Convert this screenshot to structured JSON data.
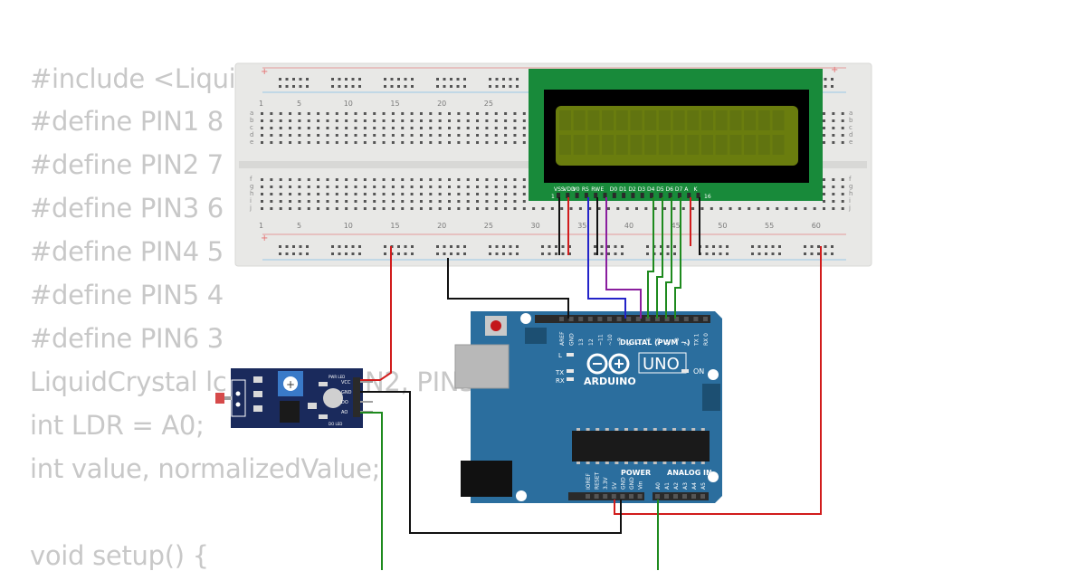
{
  "code": {
    "lines": [
      "#include <Liqui",
      "#define PIN1 8",
      "#define PIN2 7",
      "#define PIN3 6",
      "#define PIN4 5",
      "#define PIN5 4",
      "#define PIN6 3",
      "LiquidCrystal lc",
      "int LDR = A0;",
      "int value, normalizedValue;",
      "",
      "void setup() {"
    ],
    "fragment": "N2, PIN3"
  },
  "breadboard": {
    "column_numbers": [
      "1",
      "5",
      "10",
      "15",
      "20",
      "25",
      "30",
      "35",
      "40",
      "45",
      "50",
      "55",
      "60"
    ],
    "row_letters_top": [
      "a",
      "b",
      "c",
      "d",
      "e"
    ],
    "row_letters_bottom": [
      "f",
      "g",
      "h",
      "i",
      "j"
    ]
  },
  "lcd": {
    "pin_labels": [
      "VSS",
      "VDD",
      "V0",
      "RS",
      "RW",
      "E",
      "D0",
      "D1",
      "D2",
      "D3",
      "D4",
      "D5",
      "D6",
      "D7",
      "A",
      "K"
    ],
    "pin_first": "1",
    "pin_last": "16"
  },
  "arduino": {
    "model": "UNO",
    "brand": "ARDUINO",
    "digital_label": "DIGITAL (PWM ~)",
    "power_label": "POWER",
    "analog_label": "ANALOG IN",
    "on_label": "ON",
    "l_label": "L",
    "tx_label": "TX",
    "rx_label": "RX",
    "digital_pins": [
      "AREF",
      "GND",
      "13",
      "12",
      "~11",
      "~10",
      "~9",
      "8",
      "7",
      "~6",
      "~5",
      "4",
      "~3",
      "2",
      "TX 1",
      "RX 0"
    ],
    "power_pins": [
      "IOREF",
      "RESET",
      "3.3V",
      "5V",
      "GND",
      "GND",
      "Vin"
    ],
    "analog_pins": [
      "A0",
      "A1",
      "A2",
      "A3",
      "A4",
      "A5"
    ]
  },
  "ldr_module": {
    "pins": [
      "VCC",
      "GND",
      "DO",
      "AO"
    ],
    "led_labels": [
      "PWR LED",
      "DO LED"
    ]
  },
  "colors": {
    "breadboard": "#e8e8e6",
    "arduino": "#2b6e9e",
    "lcd_board": "#188a3a",
    "lcd_screen": "#6a7d0e",
    "wire_red": "#d11c1c",
    "wire_black": "#111111",
    "wire_green": "#1e8a1e",
    "wire_blue": "#2323c8",
    "wire_purple": "#8a1e9e",
    "code_text": "#c8c8c8"
  }
}
